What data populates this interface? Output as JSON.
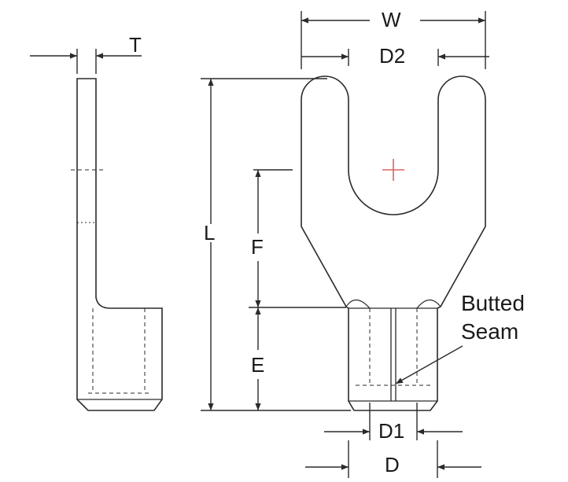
{
  "labels": {
    "thickness": "T",
    "width": "W",
    "slot_width": "D2",
    "length": "L",
    "fork_to_barrel": "F",
    "barrel_length": "E",
    "inner_diameter": "D1",
    "outer_diameter": "D",
    "seam_line1": "Butted",
    "seam_line2": "Seam"
  },
  "colors": {
    "line": "#2a2a2a",
    "center_mark": "#e06060"
  }
}
